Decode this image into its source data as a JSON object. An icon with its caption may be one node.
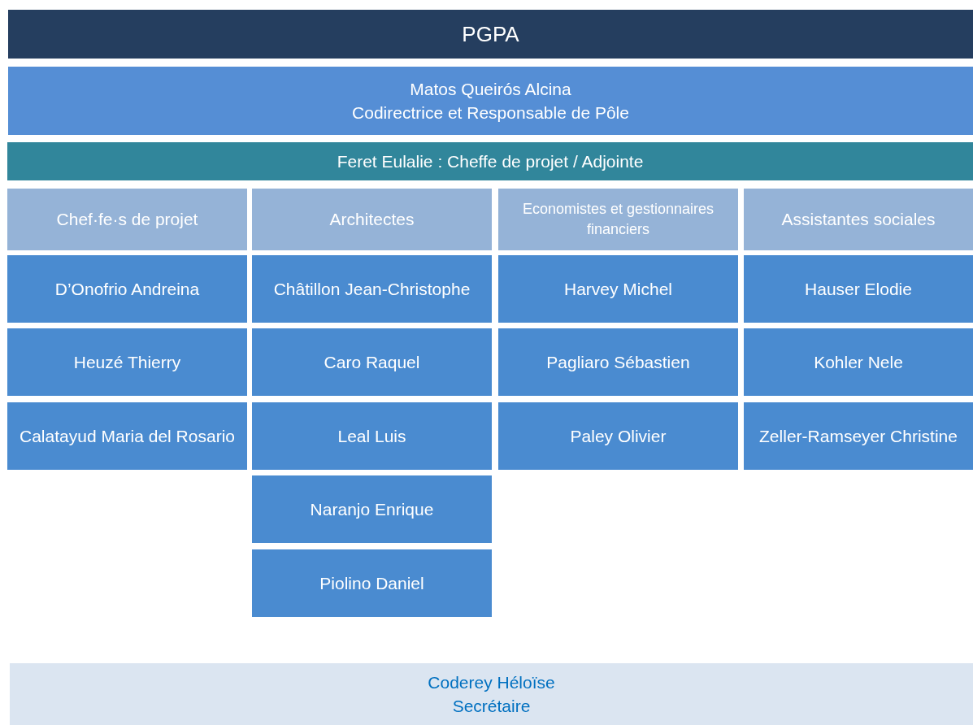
{
  "diagram": {
    "nodes": [
      {
        "text": [
          "PGPA"
        ]
      },
      {
        "text": [
          "Matos Queirós Alcina",
          "Codirectrice et Responsable de Pôle"
        ]
      },
      {
        "text": [
          "Feret Eulalie : Cheffe de projet / Adjointe"
        ]
      },
      {
        "text": [
          "Chef·fe·s de projet"
        ]
      },
      {
        "text": [
          "Architectes"
        ]
      },
      {
        "text": [
          "Economistes et gestionnaires financiers"
        ]
      },
      {
        "text": [
          "Assistantes sociales"
        ]
      },
      {
        "text": [
          "D’Onofrio Andreina"
        ]
      },
      {
        "text": [
          "Châtillon Jean-Christophe"
        ]
      },
      {
        "text": [
          "Harvey Michel"
        ]
      },
      {
        "text": [
          "Hauser Elodie"
        ]
      },
      {
        "text": [
          "Heuzé Thierry"
        ]
      },
      {
        "text": [
          "Caro Raquel"
        ]
      },
      {
        "text": [
          "Pagliaro Sébastien"
        ]
      },
      {
        "text": [
          "Kohler Nele"
        ]
      },
      {
        "text": [
          "Calatayud Maria del Rosario"
        ]
      },
      {
        "text": [
          "Leal Luis"
        ]
      },
      {
        "text": [
          "Paley Olivier"
        ]
      },
      {
        "text": [
          "Zeller-Ramseyer Christine"
        ]
      },
      {
        "text": [
          "Naranjo Enrique"
        ]
      },
      {
        "text": [
          "Piolino Daniel"
        ]
      },
      {
        "text": [
          "Coderey Héloïse",
          "Secrétaire"
        ]
      }
    ]
  }
}
